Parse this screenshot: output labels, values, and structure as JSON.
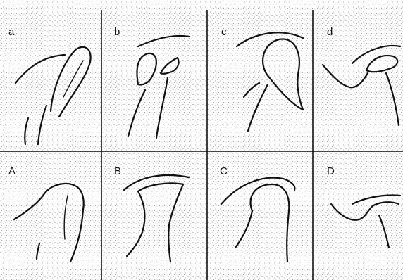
{
  "figure": {
    "panels": [
      {
        "id": "a",
        "label": "a"
      },
      {
        "id": "b",
        "label": "b"
      },
      {
        "id": "c",
        "label": "c"
      },
      {
        "id": "d",
        "label": "d"
      },
      {
        "id": "A",
        "label": "A"
      },
      {
        "id": "B",
        "label": "B"
      },
      {
        "id": "C",
        "label": "C"
      },
      {
        "id": "D",
        "label": "D"
      }
    ],
    "colors": {
      "ink": "#111111",
      "paper": "#ffffff",
      "stipple": "#8a8a8a"
    }
  }
}
